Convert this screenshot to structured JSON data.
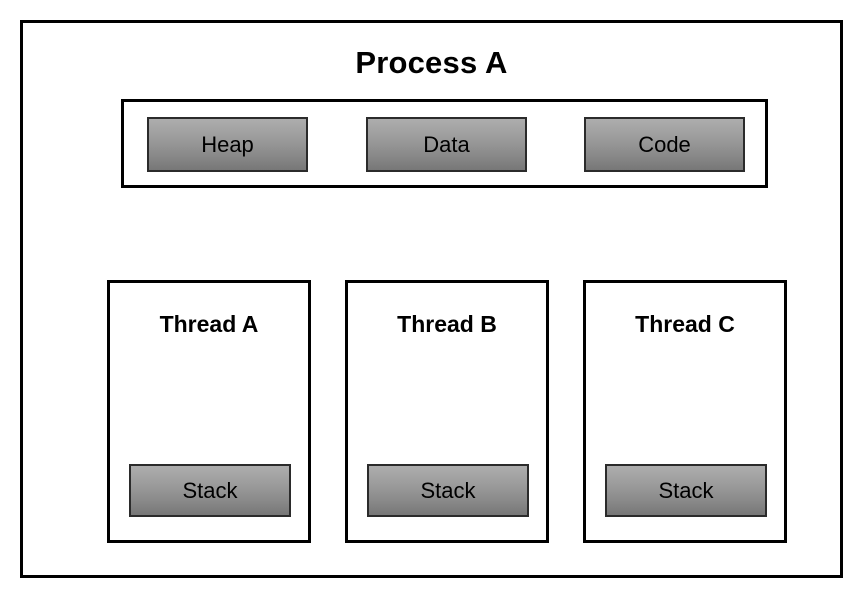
{
  "diagram": {
    "title": "Process A",
    "background_color": "#ffffff",
    "border_color": "#000000",
    "memory_segments": {
      "container_name": "process-memory-region",
      "items": [
        {
          "label": "Heap"
        },
        {
          "label": "Data"
        },
        {
          "label": "Code"
        }
      ]
    },
    "threads": [
      {
        "label": "Thread A",
        "stack_label": "Stack"
      },
      {
        "label": "Thread B",
        "stack_label": "Stack"
      },
      {
        "label": "Thread C",
        "stack_label": "Stack"
      }
    ],
    "colors": {
      "block_fill_top": "#adadad",
      "block_fill_bottom": "#777777",
      "block_border": "#2b2b2b",
      "text": "#000000"
    }
  }
}
